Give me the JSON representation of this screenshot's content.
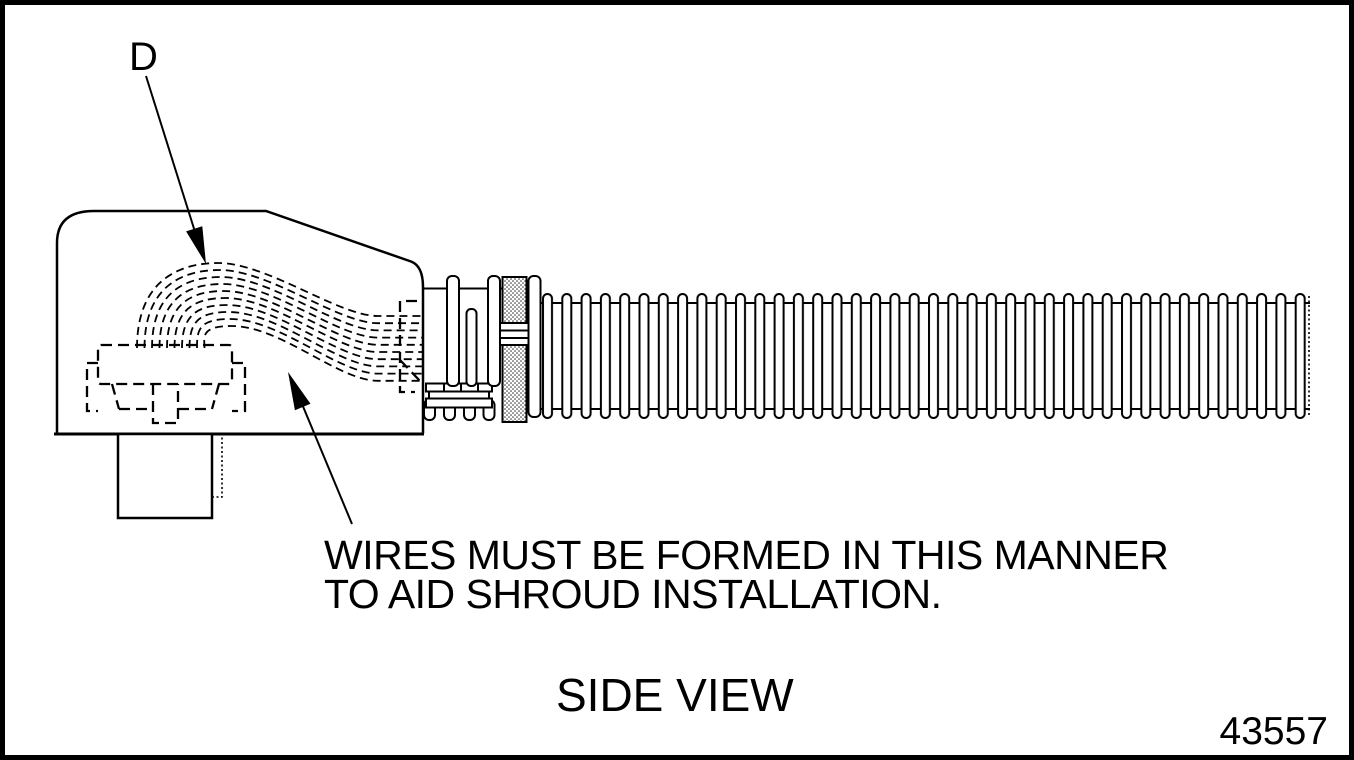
{
  "figure": {
    "callout_label": "D",
    "note_line1": "WIRES MUST BE FORMED IN THIS MANNER",
    "note_line2": "TO AID SHROUD INSTALLATION.",
    "caption": "SIDE VIEW",
    "figure_number": "43557"
  },
  "colors": {
    "ink": "#000000",
    "paper": "#ffffff"
  }
}
